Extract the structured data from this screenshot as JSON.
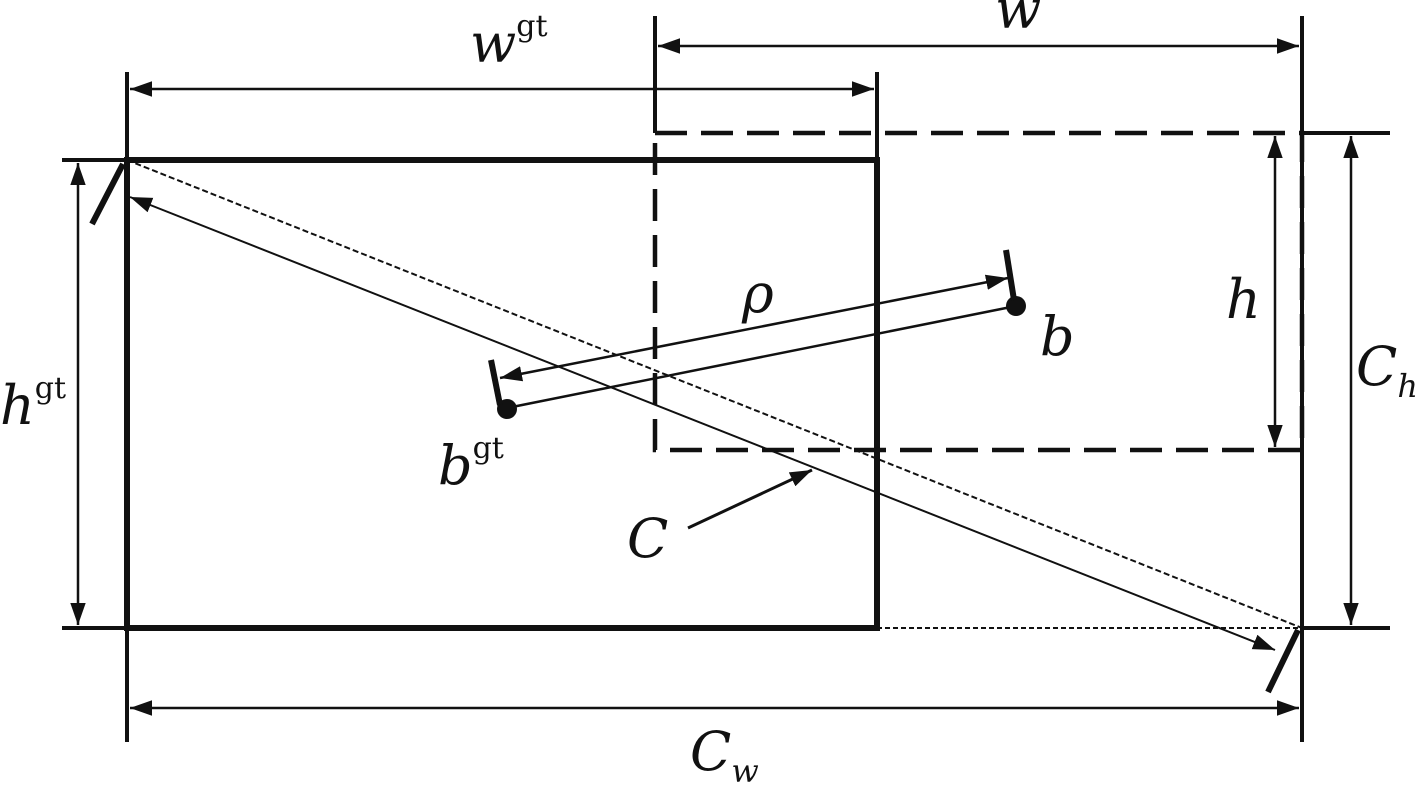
{
  "diagram": {
    "labels": {
      "w_gt": "w",
      "w_gt_sup": "gt",
      "w": "w",
      "h": "h",
      "h_gt": "h",
      "h_gt_sup": "gt",
      "c_h": "C",
      "c_h_sub": "h",
      "c_w": "C",
      "c_w_sub": "w",
      "rho": "ρ",
      "b": "b",
      "b_gt": "b",
      "b_gt_sup": "gt",
      "c": "C"
    },
    "colors": {
      "ink": "#111111",
      "background": "#ffffff"
    }
  }
}
